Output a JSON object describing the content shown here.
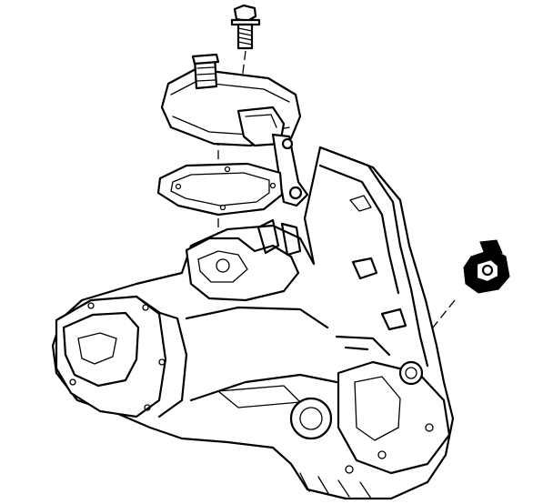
{
  "diagram": {
    "colors": {
      "line": "#000000",
      "background": "#ffffff"
    },
    "parts": [
      {
        "id": "bolt",
        "icon": "bolt-icon"
      },
      {
        "id": "shift-cover",
        "icon": "cover-icon"
      },
      {
        "id": "gasket",
        "icon": "gasket-icon"
      },
      {
        "id": "transaxle-case",
        "icon": "transaxle-icon"
      },
      {
        "id": "sensor",
        "icon": "sensor-icon"
      }
    ]
  }
}
